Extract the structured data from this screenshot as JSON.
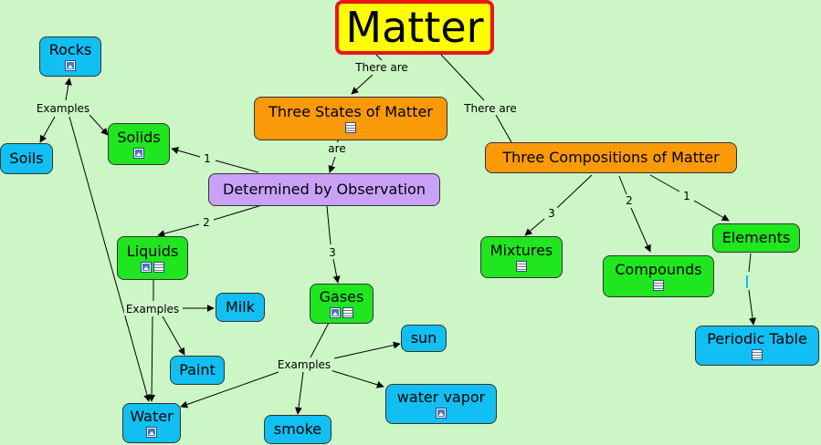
{
  "title": "Matter",
  "nodes": {
    "three_states": "Three States of Matter",
    "observation": "Determined by Observation",
    "solids": "Solids",
    "liquids": "Liquids",
    "gases": "Gases",
    "rocks": "Rocks",
    "soils": "Soils",
    "milk": "Milk",
    "paint": "Paint",
    "water": "Water",
    "sun": "sun",
    "water_vapor": "water vapor",
    "smoke": "smoke",
    "three_compositions": "Three Compositions of Matter",
    "mixtures": "Mixtures",
    "compounds": "Compounds",
    "elements": "Elements",
    "periodic_table": "Periodic Table"
  },
  "links": {
    "there_are_left": "There are",
    "there_are_right": "There are",
    "are": "are",
    "one_solids": "1",
    "two_liquids": "2",
    "three_gases": "3",
    "examples_solids": "Examples",
    "examples_liquids": "Examples",
    "examples_gases": "Examples",
    "three_mixtures": "3",
    "two_compounds": "2",
    "one_elements": "1"
  },
  "colors": {
    "background": "#ccf6c6",
    "title_fill": "#ffff00",
    "title_border": "#e8161b",
    "state_green": "#1fe61f",
    "example_blue": "#12bff2",
    "category_orange": "#fb9a08",
    "observation_purple": "#c9a2f7"
  }
}
